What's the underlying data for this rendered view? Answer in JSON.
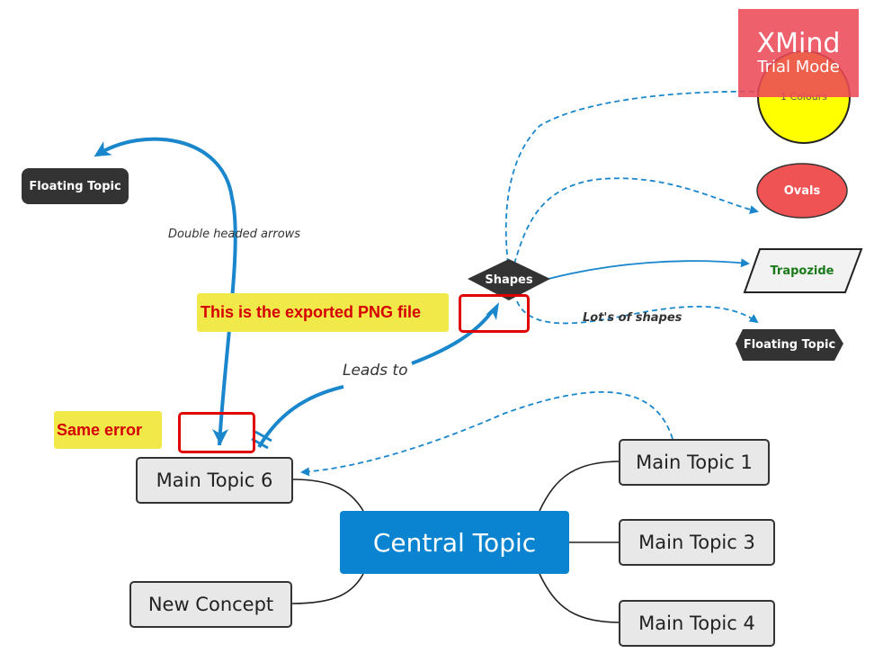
{
  "central_topic": "Central Topic",
  "main_topics": {
    "topic_1": "Main Topic 1",
    "topic_3": "Main Topic 3",
    "topic_4": "Main Topic 4",
    "topic_6": "Main Topic 6",
    "new_concept": "New Concept"
  },
  "floating_topics": {
    "left": "Floating Topic",
    "right": "Floating Topic"
  },
  "shapes": {
    "diamond": "Shapes",
    "colours": "1 Colours",
    "ovals": "Ovals",
    "trapozide": "Trapozide"
  },
  "relationship_labels": {
    "double_headed": "Double headed arrows",
    "leads_to": "Leads to",
    "lots_of_shapes": "Lot's of shapes"
  },
  "callouts": {
    "exported_png": "This is the exported PNG file",
    "same_error": "Same error"
  },
  "watermark": {
    "brand": "XMind",
    "mode": "Trial Mode"
  },
  "colors": {
    "central_fill": "#0a84d0",
    "relationship_line": "#1a86cc",
    "callout_fill": "#f1e84a",
    "callout_text": "#d40000",
    "highlight_box": "#e00000",
    "watermark": "#ec4a56",
    "oval_fill": "#f05354",
    "colours_circle_fill": "#ffff00",
    "trapozide_text": "#1a7a1a"
  }
}
